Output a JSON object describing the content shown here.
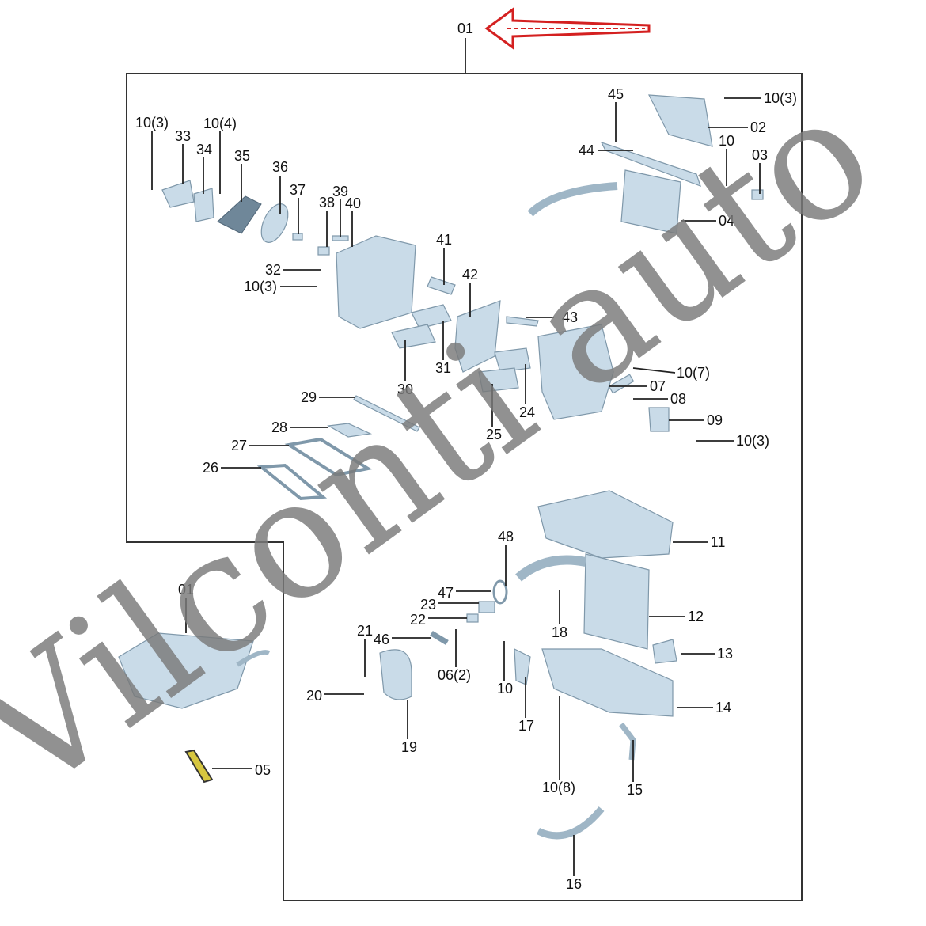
{
  "diagram": {
    "title_ref": "01",
    "watermark": "Vilconti auto",
    "arrow_color": "#d42020",
    "labels": [
      "01",
      "10(3)",
      "33",
      "10(4)",
      "34",
      "35",
      "36",
      "37",
      "38",
      "39",
      "40",
      "32",
      "10(3)",
      "41",
      "42",
      "43",
      "31",
      "30",
      "29",
      "28",
      "27",
      "26",
      "25",
      "24",
      "45",
      "10(3)",
      "02",
      "44",
      "10",
      "03",
      "04",
      "10(7)",
      "07",
      "08",
      "09",
      "10(3)",
      "11",
      "48",
      "47",
      "23",
      "22",
      "18",
      "12",
      "21",
      "46",
      "06(2)",
      "10",
      "13",
      "20",
      "17",
      "14",
      "19",
      "10(8)",
      "15",
      "05",
      "16",
      "01"
    ]
  }
}
